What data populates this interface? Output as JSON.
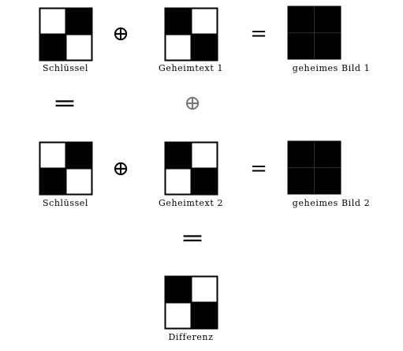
{
  "grids": [
    {
      "id": "key-1",
      "label": "Schlüssel",
      "cells": [
        0,
        1,
        1,
        0
      ]
    },
    {
      "id": "ciphertext-1",
      "label": "Geheimtext 1",
      "cells": [
        1,
        0,
        0,
        1
      ]
    },
    {
      "id": "secret-image-1",
      "label": "geheimes Bild 1",
      "cells": [
        1,
        1,
        1,
        1
      ]
    },
    {
      "id": "key-2",
      "label": "Schlüssel",
      "cells": [
        0,
        1,
        1,
        0
      ]
    },
    {
      "id": "ciphertext-2",
      "label": "Geheimtext 2",
      "cells": [
        1,
        0,
        0,
        1
      ]
    },
    {
      "id": "secret-image-2",
      "label": "geheimes Bild 2",
      "cells": [
        1,
        1,
        1,
        1
      ]
    },
    {
      "id": "difference",
      "label": "Differenz",
      "cells": [
        1,
        0,
        0,
        1
      ]
    }
  ],
  "operators": {
    "xor": "⊕",
    "equals": "="
  },
  "colors": {
    "filled": "#000000",
    "empty": "#ffffff",
    "separator": "#3a3a3a",
    "light_operator": "#777777"
  }
}
